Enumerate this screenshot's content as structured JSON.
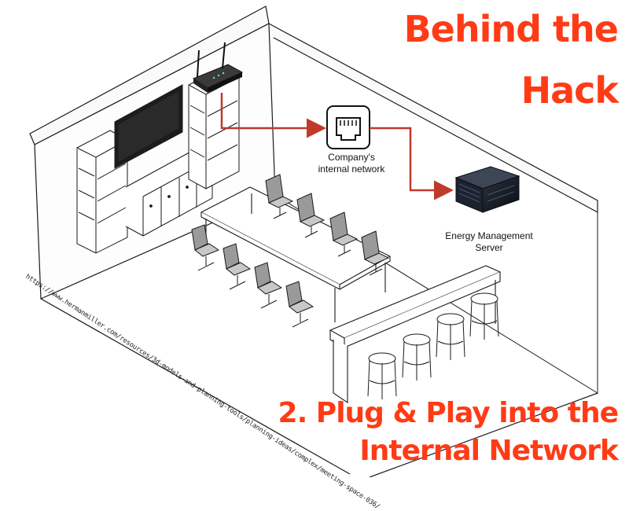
{
  "title": {
    "line1": "Behind the",
    "line2": "Hack"
  },
  "subtitle": {
    "line1": "2. Plug & Play into the",
    "line2": "Internal Network"
  },
  "labels": {
    "network": [
      "Company's",
      "internal network"
    ],
    "server": [
      "Energy Management",
      "Server"
    ]
  },
  "source_url": "https://www.hermanmiller.com/resources/3d-models-and-planning-tools/planning-ideas/complex/meeting-space-036/",
  "colors": {
    "title": "#ff3b16",
    "arrow": "#c0392b",
    "outline": "#1a1a1a"
  },
  "icons": {
    "router": "wifi-router-icon",
    "network": "ethernet-port-icon",
    "server": "server-icon"
  }
}
